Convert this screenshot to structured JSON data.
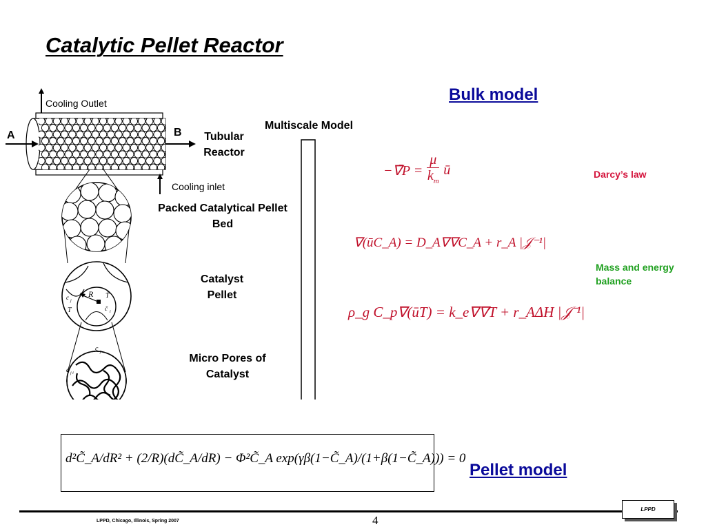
{
  "title": "Catalytic Pellet Reactor",
  "headers": {
    "bulk_model": "Bulk model",
    "pellet_model": "Pellet model"
  },
  "diagram": {
    "cooling_outlet": "Cooling Outlet",
    "cooling_inlet": "Cooling inlet",
    "inlet_label": "A",
    "outlet_label": "B",
    "tubular_reactor": "Tubular Reactor",
    "multiscale_model": "Multiscale Model",
    "packed_bed": "Packed Catalytical Pellet Bed",
    "catalyst_pellet": "Catalyst Pellet",
    "micro_pores": "Micro Pores of Catalyst",
    "symbols": {
      "cj": "c",
      "j": "j",
      "T": "T",
      "R": "R",
      "ci": "c",
      "i": "i",
      "cj2": "c",
      "cji": "c",
      "ji": "j i"
    }
  },
  "equations": {
    "darcy": {
      "lhs": "−∇̄P =",
      "num": "μ",
      "den": "k",
      "den_sub": "m",
      "rhs": "ū"
    },
    "mass": "∇(ūC_A) = D_A∇∇C_A + r_A |𝒥⁻¹|",
    "energy": "ρ_g C_p∇(ūT) = k_e∇∇T + r_AΔH |𝒥⁻¹|",
    "pellet": "d²C̃_A/dR² + (2/R)(dC̃_A/dR) − Φ²C̃_A exp(γβ(1−C̃_A)/(1+β(1−C̃_A))) = 0"
  },
  "annotations": {
    "darcy": "Darcy’s law",
    "mass_energy": "Mass and energy balance"
  },
  "footer": {
    "left": "LPPD, Chicago, Illinois, Spring 2007",
    "page": "4",
    "logo": "LPPD"
  },
  "colors": {
    "title": "#000000",
    "header_blue": "#0a0a9a",
    "equation_red": "#c0102a",
    "annotation_red": "#d4143c",
    "annotation_green": "#1fa01f"
  }
}
